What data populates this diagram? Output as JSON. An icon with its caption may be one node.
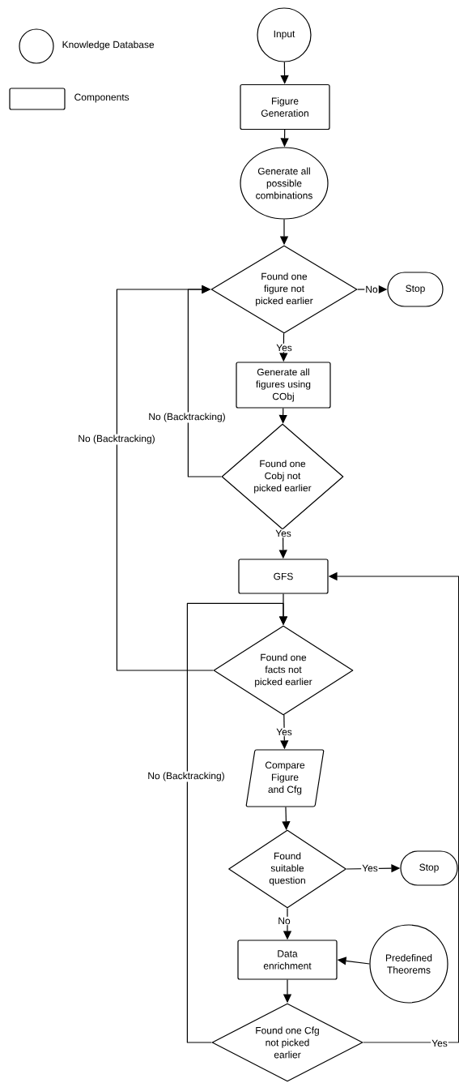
{
  "diagram": {
    "nodes": [
      {
        "text": [
          "Input"
        ]
      },
      {
        "text": [
          "Figure Generation"
        ]
      },
      {
        "text": [
          "Generate all possible combinations"
        ]
      },
      {
        "text": [
          "Found one figure not picked earlier"
        ]
      },
      {
        "text": [
          "Stop"
        ]
      },
      {
        "text": [
          "Generate all figures using CObj"
        ]
      },
      {
        "text": [
          "Found one Cobj not picked earlier"
        ]
      },
      {
        "text": [
          "GFS"
        ]
      },
      {
        "text": [
          "Found one facts not picked earlier"
        ]
      },
      {
        "text": [
          "Compare Figure and Cfg"
        ]
      },
      {
        "text": [
          "Found suitable question"
        ]
      },
      {
        "text": [
          "Stop"
        ]
      },
      {
        "text": [
          "Data enrichment"
        ]
      },
      {
        "text": [
          "Predefined Theorems"
        ]
      },
      {
        "text": [
          "Found one Cfg not picked earlier"
        ]
      }
    ],
    "edges": [
      {
        "from": 0,
        "to": 1,
        "arrow": "to"
      },
      {
        "from": 1,
        "to": 2,
        "arrow": "to"
      },
      {
        "from": 2,
        "to": 3,
        "arrow": "to"
      },
      {
        "from": 3,
        "to": 4,
        "arrow": "to",
        "label": "No"
      },
      {
        "from": 3,
        "to": 5,
        "arrow": "to",
        "label": "Yes"
      },
      {
        "from": 5,
        "to": 6,
        "arrow": "to"
      },
      {
        "from": 6,
        "to": 3,
        "arrow": "to",
        "label": "No (Backtracking)"
      },
      {
        "from": 6,
        "to": 7,
        "arrow": "to",
        "label": "Yes"
      },
      {
        "from": 8,
        "to": 3,
        "arrow": "to",
        "label": "No (Backtracking)"
      },
      {
        "from": 7,
        "to": 8,
        "arrow": "to"
      },
      {
        "from": 8,
        "to": 9,
        "arrow": "to",
        "label": "Yes"
      },
      {
        "from": 9,
        "to": 10,
        "arrow": "to"
      },
      {
        "from": 10,
        "to": 11,
        "arrow": "to",
        "label": "Yes"
      },
      {
        "from": 10,
        "to": 12,
        "arrow": "to",
        "label": "No"
      },
      {
        "from": 13,
        "to": 12,
        "arrow": "to"
      },
      {
        "from": 12,
        "to": 14,
        "arrow": "to"
      },
      {
        "from": 14,
        "to": 8,
        "arrow": "to",
        "label": "No (Backtracking)"
      },
      {
        "from": 14,
        "to": 7,
        "arrow": "to",
        "label": "Yes"
      }
    ],
    "legend": [
      {
        "text": "Knowledge Database"
      },
      {
        "text": "Components"
      }
    ]
  }
}
